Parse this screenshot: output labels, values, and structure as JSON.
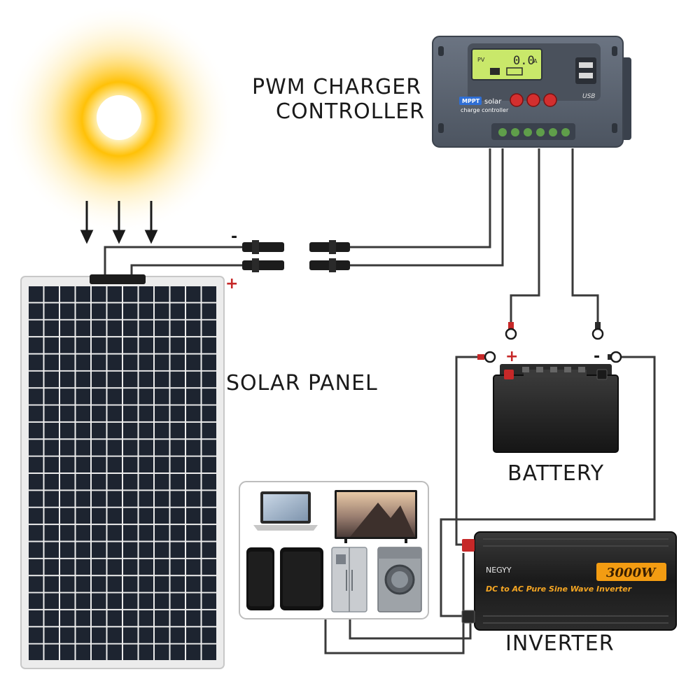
{
  "labels": {
    "controller_line1": "PWM CHARGER",
    "controller_line2": "CONTROLLER",
    "solar_panel": "SOLAR PANEL",
    "battery": "BATTERY",
    "inverter": "INVERTER"
  },
  "controller": {
    "brand_badge": "MPPT",
    "brand_text_1": "solar",
    "brand_text_2": "charge controller",
    "usb_label": "USB",
    "lcd_readout": "0.0",
    "lcd_unit": "A",
    "lcd_pv": "PV"
  },
  "inverter": {
    "brand": "NEGYY",
    "rating": "3000W",
    "model_line": "DC to AC Pure Sine Wave Inverter"
  },
  "polarity": {
    "minus": "-",
    "plus": "+"
  },
  "colors": {
    "wire": "#3a3a3a",
    "red_accent": "#c62828",
    "sun_core": "#ffffff",
    "sun_glow": "#ffb300",
    "panel_frame": "#e6e6e6",
    "panel_cell": "#1d2430",
    "controller_body": "#5b6472",
    "lcd": "#c9e86a",
    "inverter_body": "#1f1f1f"
  },
  "icons": [
    "sun-icon",
    "sunlight-arrow-icon",
    "laptop-icon",
    "tv-icon",
    "smartphone-icon",
    "tablet-icon",
    "refrigerator-icon",
    "washing-machine-icon"
  ]
}
